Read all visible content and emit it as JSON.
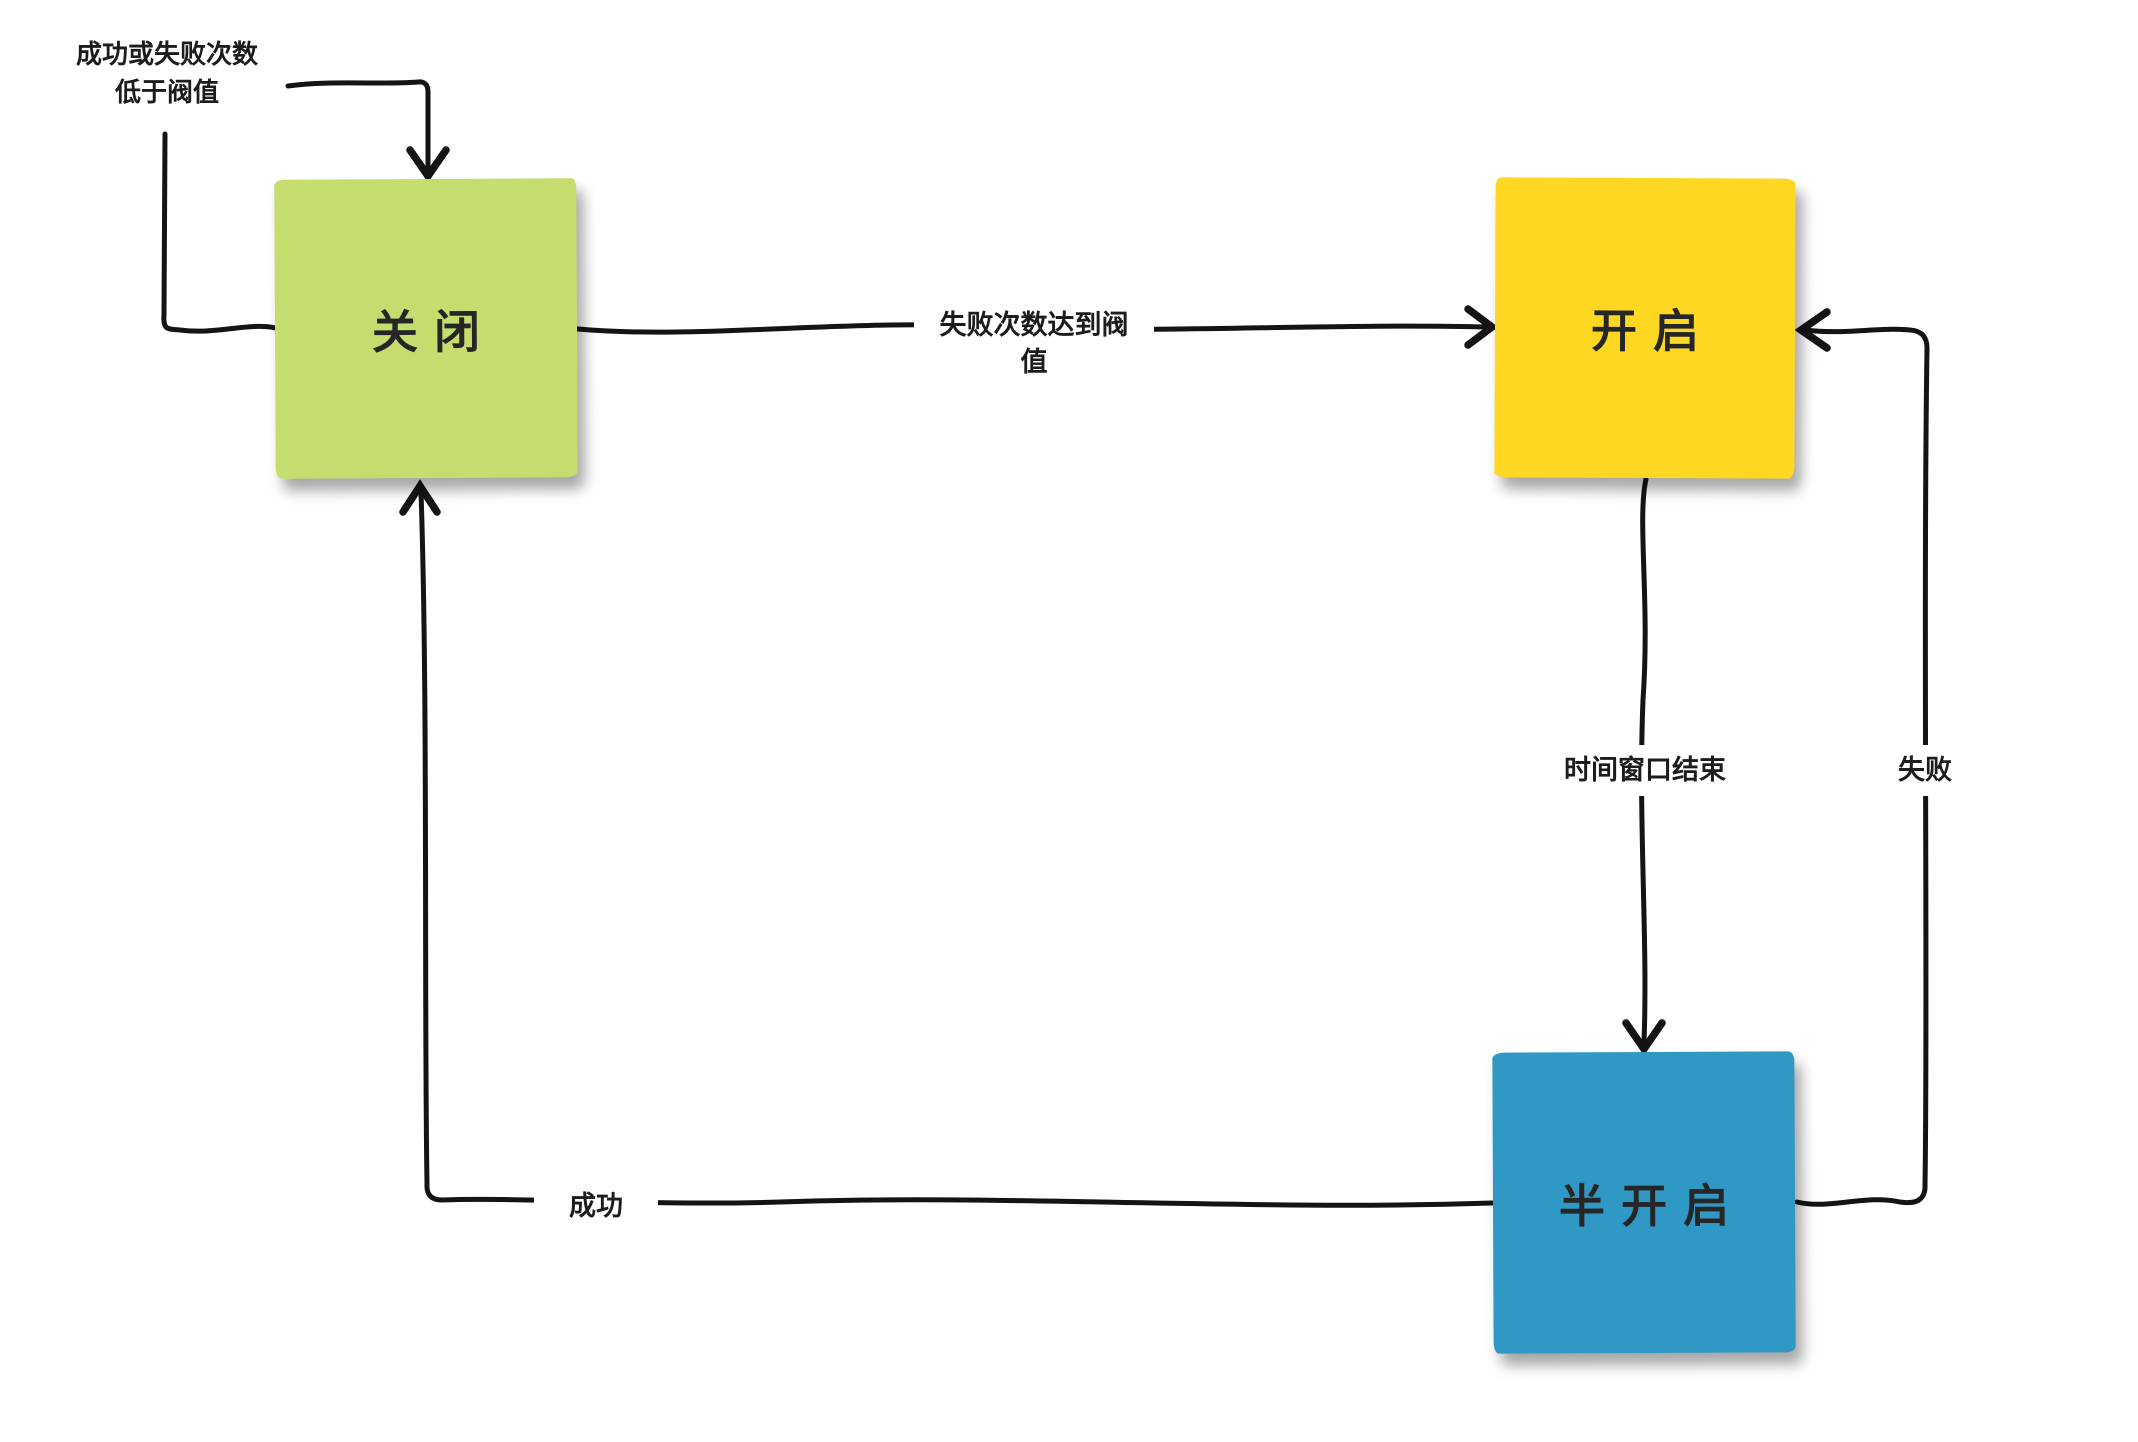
{
  "diagram": {
    "type": "state-diagram",
    "subject": "circuit-breaker states",
    "background_color": "#ffffff",
    "line_color": "#141414",
    "text_color": "#262626",
    "nodes": [
      {
        "id": "closed",
        "label": "关闭",
        "color": "#c5dd6e"
      },
      {
        "id": "open",
        "label": "开启",
        "color": "#fdd721"
      },
      {
        "id": "half_open",
        "label": "半开启",
        "color": "#2f98c4"
      }
    ],
    "edges": [
      {
        "id": "closed-self",
        "from": "closed",
        "to": "closed",
        "label": "成功或失败次数低于阀值",
        "label_lines": [
          "成功或失败次数",
          "低于阀值"
        ]
      },
      {
        "id": "closed-to-open",
        "from": "closed",
        "to": "open",
        "label": "失败次数达到阀值",
        "label_lines": [
          "失败次数达到阀",
          "值"
        ]
      },
      {
        "id": "open-to-half",
        "from": "open",
        "to": "half_open",
        "label": "时间窗口结束"
      },
      {
        "id": "half-to-open",
        "from": "half_open",
        "to": "open",
        "label": "失败"
      },
      {
        "id": "half-to-closed",
        "from": "half_open",
        "to": "closed",
        "label": "成功"
      }
    ]
  }
}
